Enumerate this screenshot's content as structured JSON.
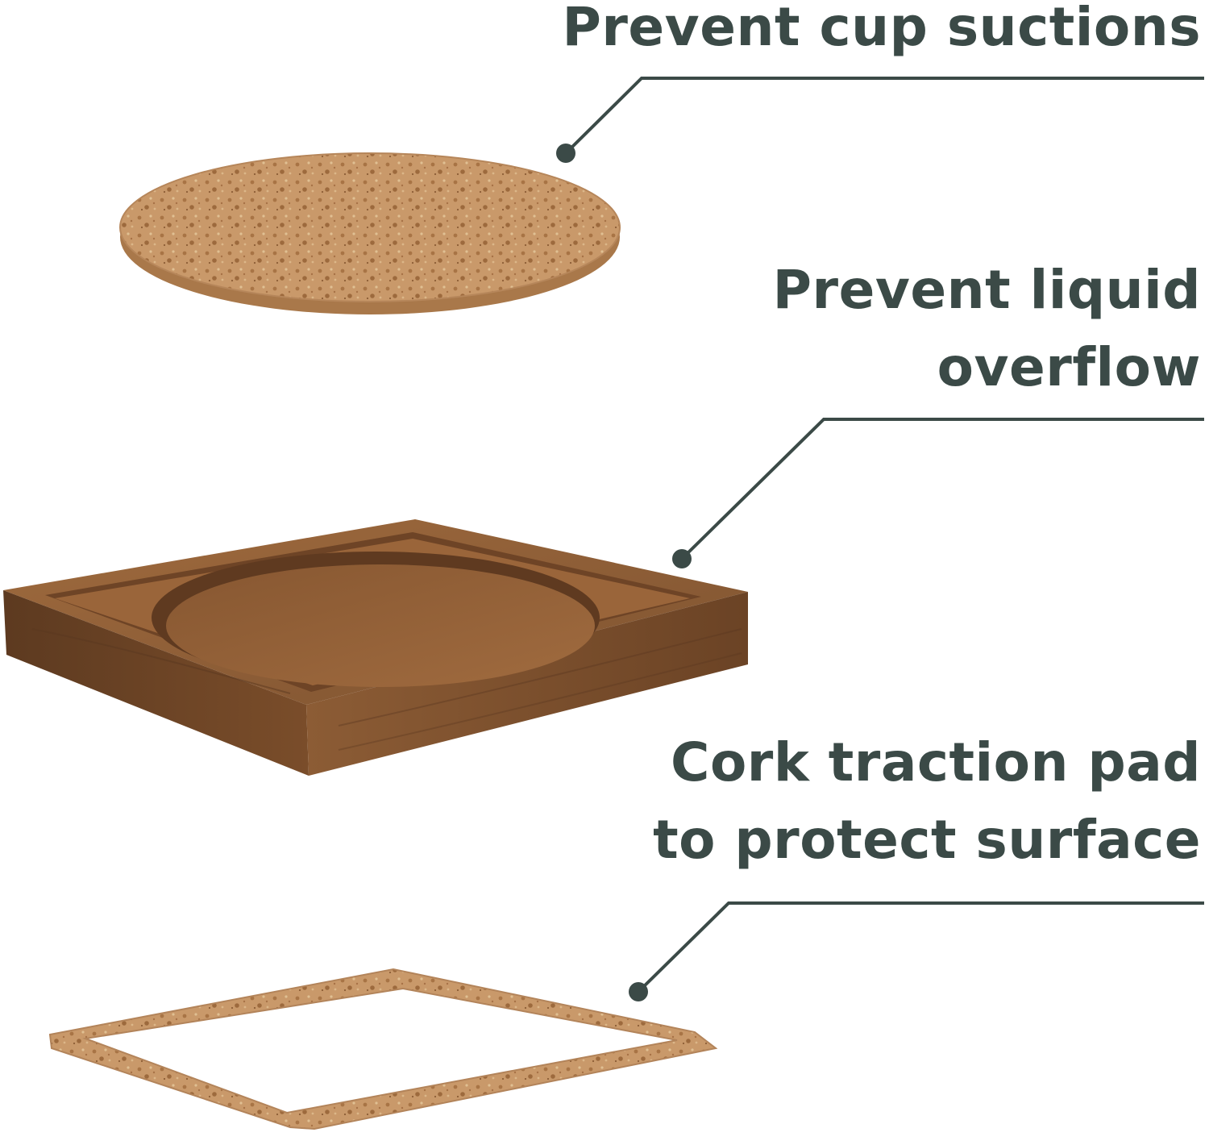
{
  "callouts": [
    {
      "line1": "Prevent cup suctions",
      "line2": ""
    },
    {
      "line1": "Prevent liquid",
      "line2": "overflow"
    },
    {
      "line1": "Cork traction pad",
      "line2": "to protect surface"
    }
  ],
  "colors": {
    "text": "#3b4a47",
    "leader": "#3b4a47",
    "cork": "#c9996a",
    "wood": "#8a5a34"
  }
}
